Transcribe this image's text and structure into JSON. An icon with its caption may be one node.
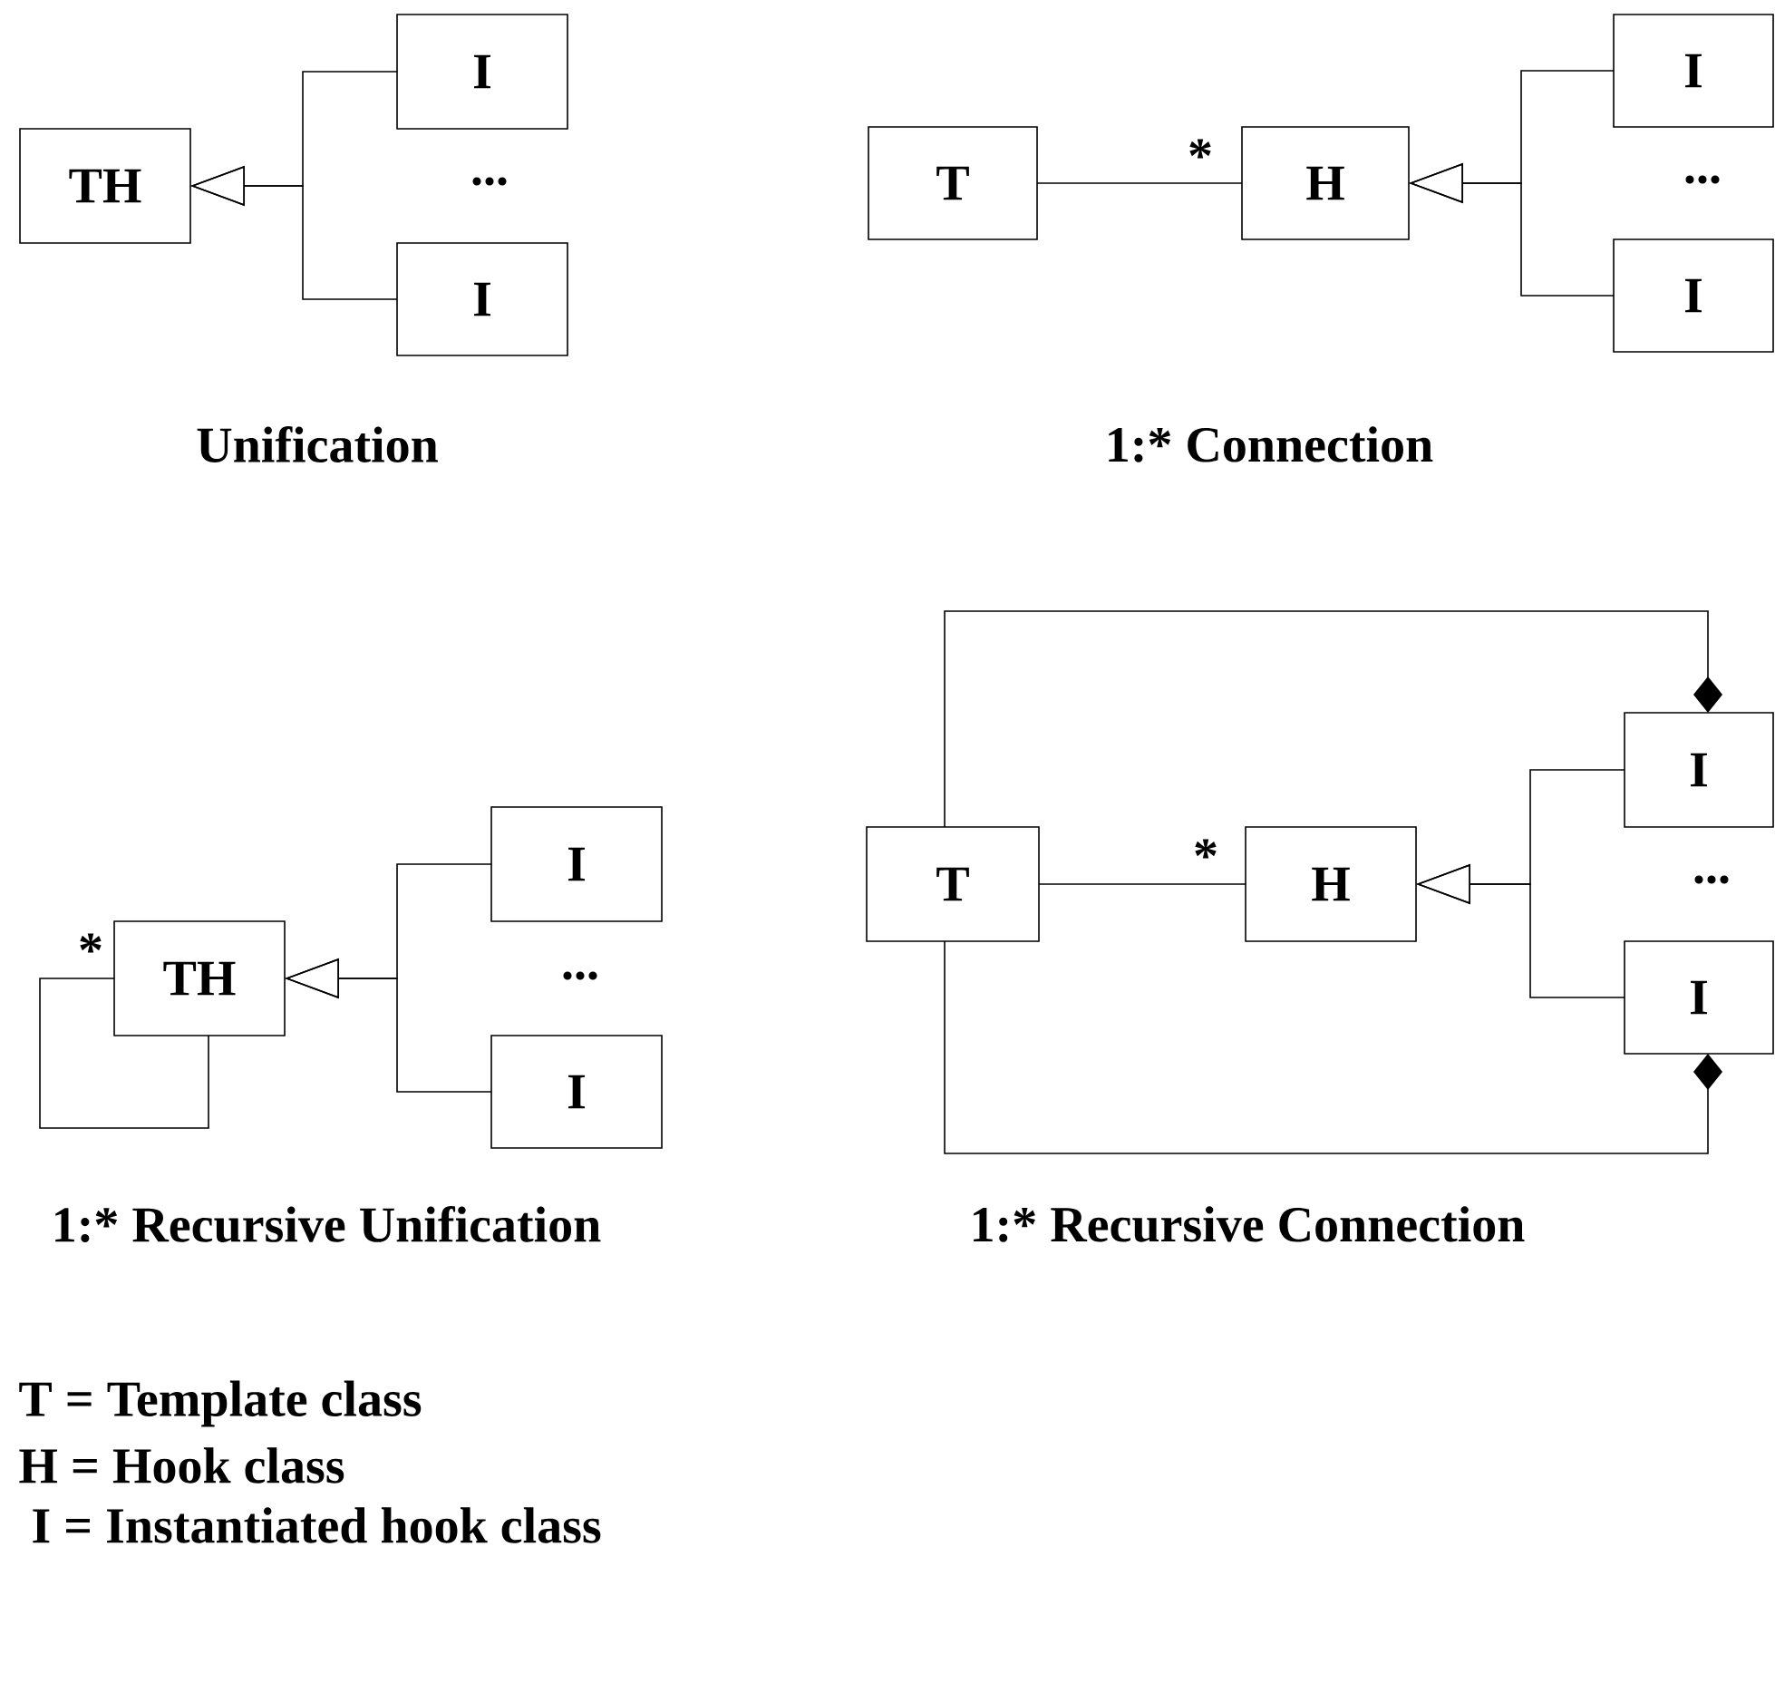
{
  "diagram": {
    "nodes": [
      {
        "text": [
          "TH"
        ]
      },
      {
        "text": [
          "I"
        ]
      },
      {
        "text": [
          "I"
        ]
      },
      {
        "text": [
          "T"
        ]
      },
      {
        "text": [
          "H"
        ]
      },
      {
        "text": [
          "I"
        ]
      },
      {
        "text": [
          "I"
        ]
      },
      {
        "text": [
          "TH"
        ]
      },
      {
        "text": [
          "I"
        ]
      },
      {
        "text": [
          "I"
        ]
      },
      {
        "text": [
          "T"
        ]
      },
      {
        "text": [
          "H"
        ]
      },
      {
        "text": [
          "I"
        ]
      },
      {
        "text": [
          "I"
        ]
      }
    ],
    "edges": [
      {
        "from": 1,
        "to": 0,
        "arrow": "to"
      },
      {
        "from": 2,
        "to": 0,
        "arrow": "to"
      },
      {
        "from": 3,
        "to": 4,
        "arrow": "none",
        "label": "*"
      },
      {
        "from": 5,
        "to": 4,
        "arrow": "to"
      },
      {
        "from": 6,
        "to": 4,
        "arrow": "to"
      },
      {
        "from": 7,
        "to": 7,
        "arrow": "none",
        "label": "*"
      },
      {
        "from": 8,
        "to": 7,
        "arrow": "to"
      },
      {
        "from": 9,
        "to": 7,
        "arrow": "to"
      },
      {
        "from": 10,
        "to": 11,
        "arrow": "none",
        "label": "*"
      },
      {
        "from": 12,
        "to": 11,
        "arrow": "to"
      },
      {
        "from": 13,
        "to": 11,
        "arrow": "to"
      },
      {
        "from": 10,
        "to": 12,
        "arrow": "other"
      },
      {
        "from": 10,
        "to": 13,
        "arrow": "other"
      }
    ],
    "labels": [
      "...",
      "...",
      "Unification",
      "1:* Connection",
      "...",
      "...",
      "1:* Recursive Unification",
      "1:* Recursive Connection",
      "T = Template class",
      "H = Hook class",
      "I = Instantiated hook class"
    ]
  }
}
